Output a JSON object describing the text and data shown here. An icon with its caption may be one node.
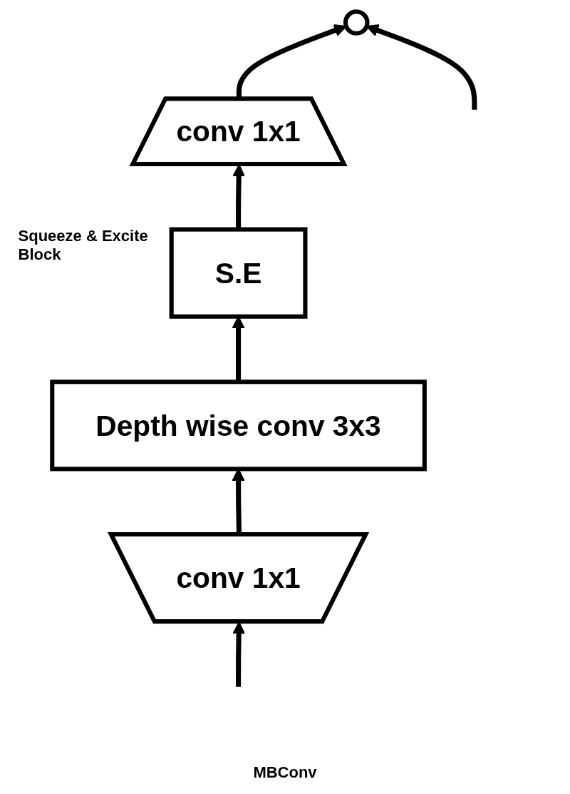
{
  "diagram": {
    "caption": "MBConv",
    "nodes": [
      {
        "text": [],
        "shape": "circle"
      },
      {
        "text": [
          "conv 1x1"
        ]
      },
      {
        "text": [
          "S.E"
        ],
        "beside": [
          "Squeeze & Excite Block"
        ]
      },
      {
        "text": [
          "Depth wise conv 3x3"
        ]
      },
      {
        "text": [
          "conv 1x1"
        ]
      }
    ],
    "edges": [
      {
        "from": null,
        "to": 4,
        "arrow": "to"
      },
      {
        "from": 4,
        "to": 3,
        "arrow": "to"
      },
      {
        "from": 3,
        "to": 2,
        "arrow": "to"
      },
      {
        "from": 2,
        "to": 1,
        "arrow": "to"
      },
      {
        "from": 1,
        "to": 0,
        "arrow": "to"
      },
      {
        "from": null,
        "to": 0,
        "arrow": "to"
      }
    ]
  }
}
